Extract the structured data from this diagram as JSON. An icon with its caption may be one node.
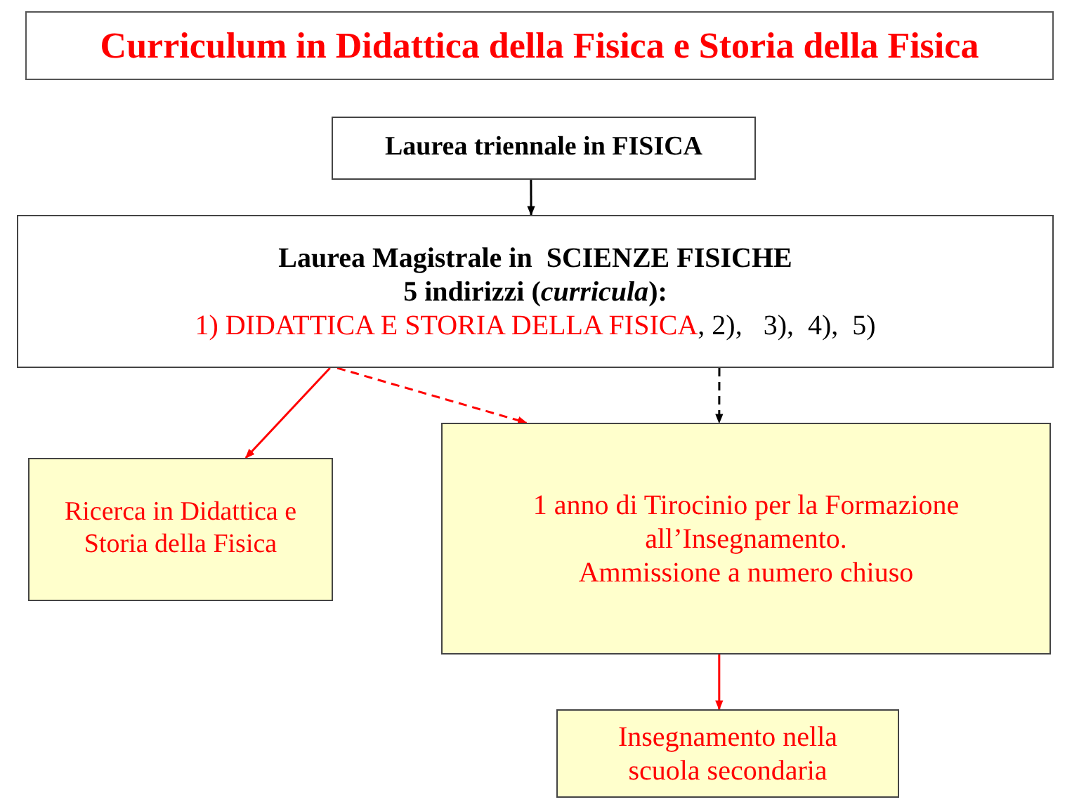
{
  "diagram": {
    "title": "Curriculum in Didattica della Fisica e Storia della Fisica",
    "nodes": [
      {
        "text": [
          "Laurea triennale in FISICA"
        ]
      },
      {
        "text": [
          "Laurea Magistrale in  SCIENZE FISICHE",
          "5 indirizzi (*curricula*):",
          "1) DIDATTICA E STORIA DELLA FISICA",
          ", 2),   3),  4),  5)"
        ]
      },
      {
        "text": [
          "Ricerca in Didattica e Storia della Fisica"
        ]
      },
      {
        "text": [
          "1 anno di Tirocinio per la Formazione all’Insegnamento.",
          "Ammissione a numero chiuso"
        ]
      },
      {
        "text": [
          "Insegnamento nella scuola secondaria"
        ]
      }
    ],
    "edges": [
      {
        "from": 0,
        "to": 1,
        "arrow": "to",
        "color": "#000000"
      },
      {
        "from": 1,
        "to": 2,
        "arrow": "to"
      },
      {
        "from": 1,
        "to": 3,
        "arrow": "to",
        "style": "dashed"
      },
      {
        "from": 1,
        "to": 3,
        "arrow": "to",
        "style": "dashed",
        "color": "#000000"
      },
      {
        "from": 3,
        "to": 4,
        "arrow": "to"
      }
    ]
  }
}
